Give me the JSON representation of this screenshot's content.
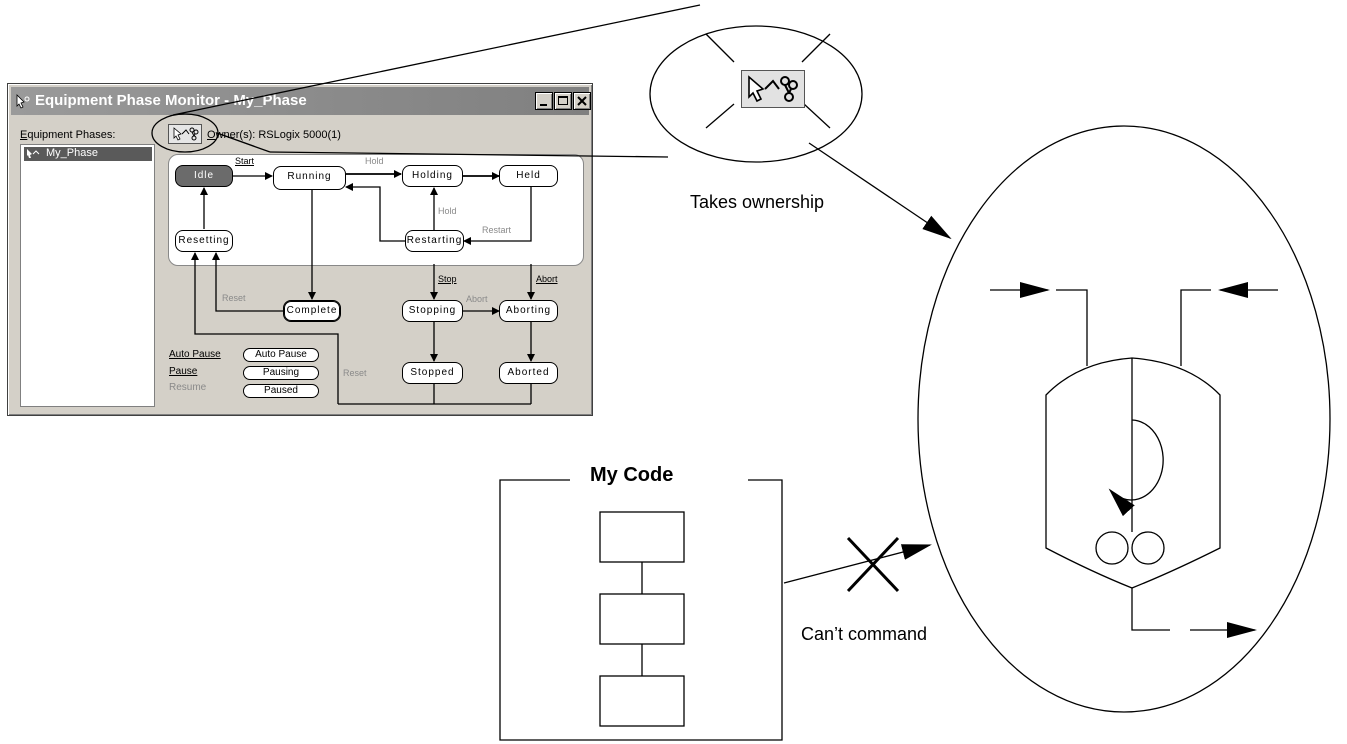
{
  "window": {
    "title": "Equipment Phase Monitor - My_Phase",
    "phases_label_first": "E",
    "phases_label_rest": "quipment Phases:",
    "phase_item": "My_Phase",
    "owner_label_first": "O",
    "owner_label_rest": "wner(s): RSLogix 5000(1)",
    "minimize_icon": "minimize-icon",
    "maximize_icon": "maximize-icon",
    "close_icon": "close-icon"
  },
  "state_machine": {
    "states": {
      "idle": "Idle",
      "running": "Running",
      "holding": "Holding",
      "held": "Held",
      "resetting": "Resetting",
      "restarting": "Restarting",
      "complete": "Complete",
      "stopping": "Stopping",
      "aborting": "Aborting",
      "stopped": "Stopped",
      "aborted": "Aborted"
    },
    "transitions": {
      "start": "Start",
      "hold_top": "Hold",
      "hold_mid": "Hold",
      "restart": "Restart",
      "reset_left": "Reset",
      "stop": "Stop",
      "abort_top": "Abort",
      "abort_mid": "Abort",
      "reset_bottom": "Reset"
    },
    "pause": {
      "auto_pause_cmd": "Auto Pause",
      "pause_cmd": "Pause",
      "resume_cmd": "Resume",
      "auto_pause_state": "Auto Pause",
      "pausing_state": "Pausing",
      "paused_state": "Paused"
    }
  },
  "diagram": {
    "takes_ownership": "Takes ownership",
    "cant_command": "Can’t command",
    "my_code": "My Code",
    "owner_icon": "ownership-icon"
  }
}
